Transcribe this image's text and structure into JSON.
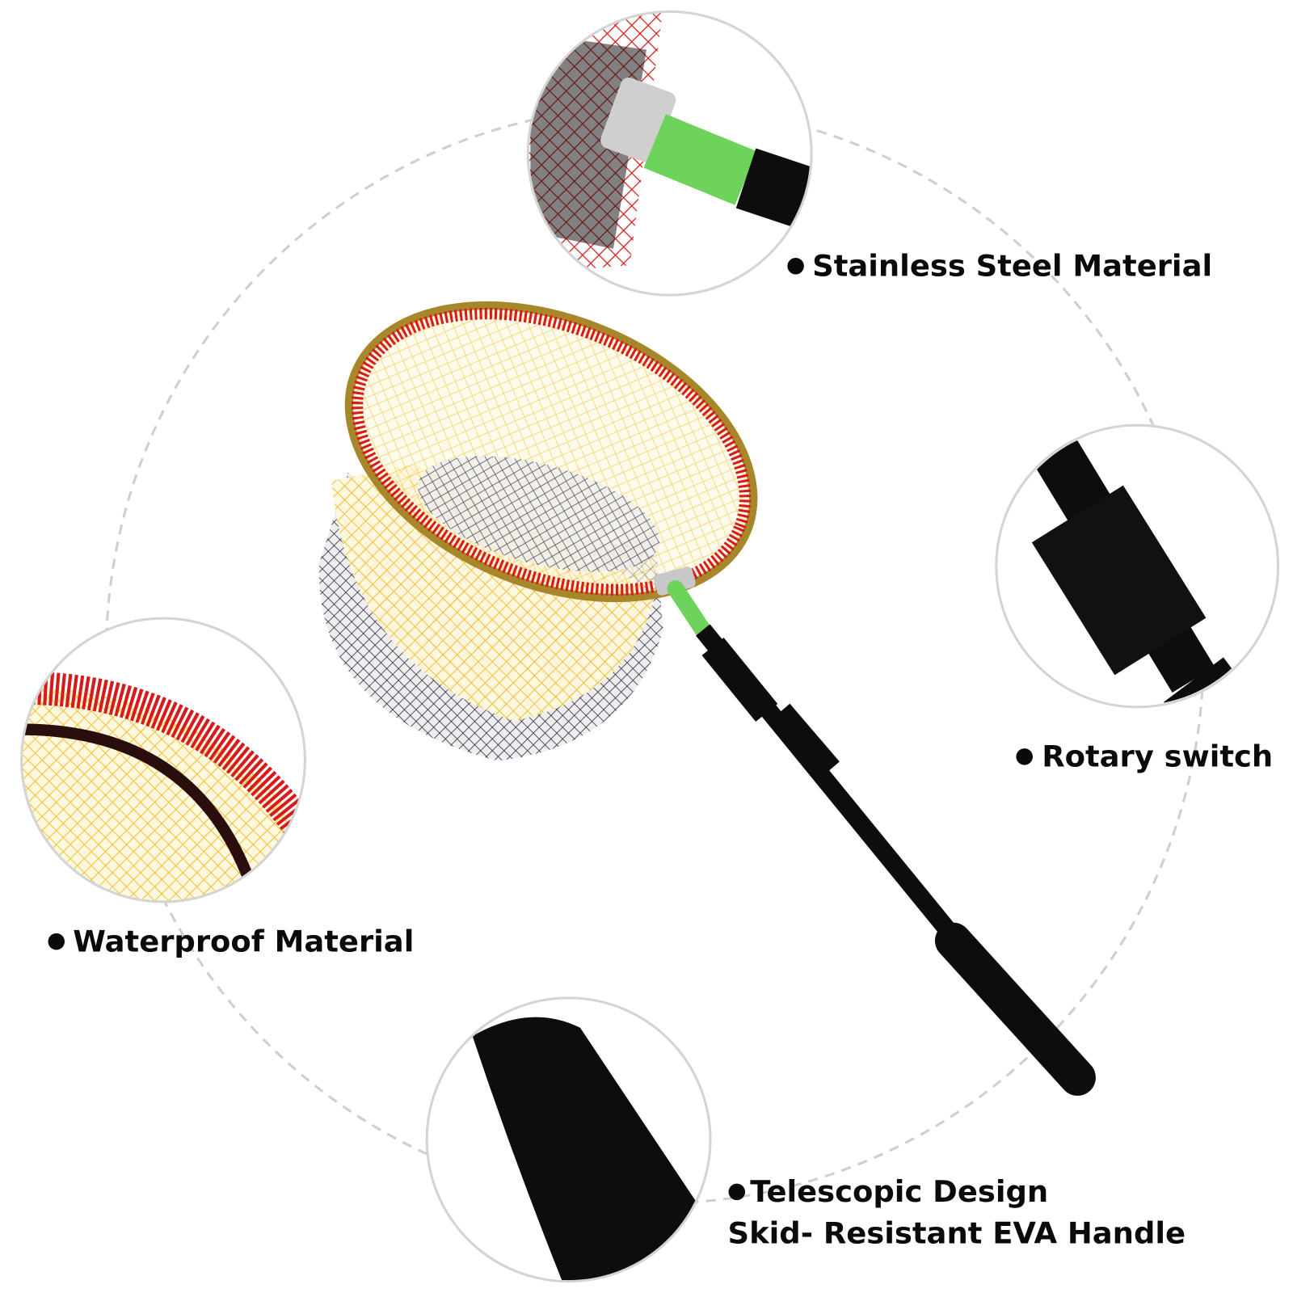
{
  "features": [
    {
      "label": "Stainless Steel Material"
    },
    {
      "label": "Rotary switch"
    },
    {
      "label": "Waterproof Material"
    },
    {
      "label": "Telescopic Design",
      "sub_label": "Skid- Resistant EVA Handle"
    }
  ],
  "colors": {
    "net_red": "#d41c1c",
    "net_yellow": "#f2c02a",
    "connector_green": "#6ed35a",
    "handle_black": "#0d0d0d",
    "dash_gray": "#cfcfcf"
  }
}
